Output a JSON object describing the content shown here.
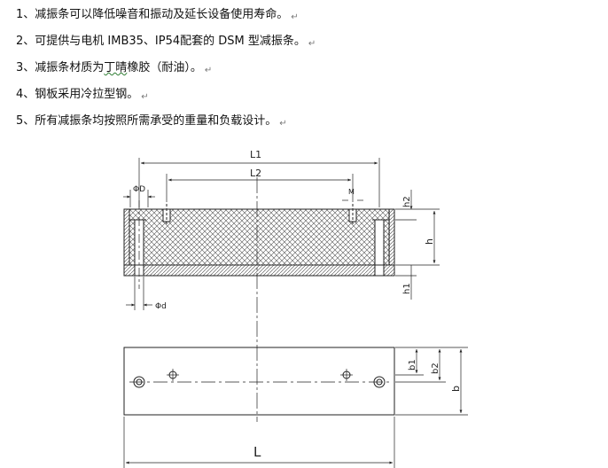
{
  "items": [
    {
      "number": "1、",
      "text": "减振条可以降低噪音和振动及延长设备使用寿命。"
    },
    {
      "number": "2、",
      "text": "可提供与电机 IMB35、IP54配套的 DSM 型减振条。"
    },
    {
      "number": "3、",
      "text_before": "减振条材质为",
      "text_squiggle": "丁晴",
      "text_after": "橡胶（耐油）。"
    },
    {
      "number": "4、",
      "text": "钢板采用冷拉型钢。"
    },
    {
      "number": "5、",
      "text": "所有减振条均按照所需承受的重量和负载设计。"
    }
  ],
  "paragraph_mark": "↵",
  "drawing": {
    "labels": {
      "L1": "L1",
      "L2": "L2",
      "phiD": "ΦD",
      "M": "M",
      "h2": "h2",
      "h": "h",
      "h1": "h1",
      "phid": "Φd",
      "b1": "b1",
      "b2": "b2",
      "b": "b",
      "L": "L"
    }
  }
}
